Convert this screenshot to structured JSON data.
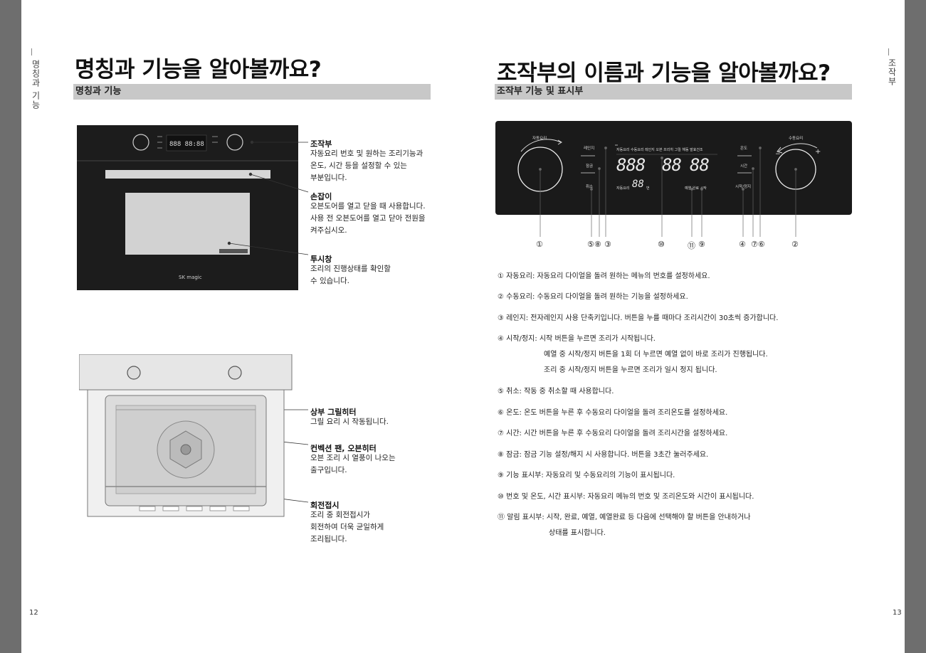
{
  "left": {
    "side_tab": "명칭과 기능",
    "title": "명칭과 기능을 알아볼까요?",
    "subheading": "명칭과 기능",
    "page_number": "12",
    "oven_brand": "SK magic",
    "callouts": [
      {
        "title": "조작부",
        "desc": "자동요리 번호 및 원하는 조리기능과\n온도, 시간 등을 설정할 수 있는\n부분입니다."
      },
      {
        "title": "손잡이",
        "desc": "오븐도어를 열고 닫을 때 사용합니다.\n사용 전 오븐도어를 열고 닫아 전원을\n켜주십시오."
      },
      {
        "title": "투시창",
        "desc": "조리의 진행상태를 확인할\n수 있습니다."
      },
      {
        "title": "상부 그릴히터",
        "desc": "그릴 요리 시 작동됩니다."
      },
      {
        "title": "컨벡션 팬, 오븐히터",
        "desc": "오븐 조리 시 열풍이 나오는\n출구입니다."
      },
      {
        "title": "회전접시",
        "desc": "조리 중 회전접시가\n회전하여 더욱 균일하게\n조리됩니다."
      }
    ]
  },
  "right": {
    "side_tab": "조작부",
    "title": "조작부의 이름과 기능을 알아볼까요?",
    "subheading": "조작부 기능 및 표시부",
    "page_number": "13",
    "panel": {
      "dial_left_label": "자동요리",
      "dial_right_label": "수동요리",
      "btn_range": "레인지",
      "btn_lock": "잠금",
      "btn_cancel": "취소",
      "btn_temp": "온도",
      "btn_time": "시간",
      "btn_startstop": "시작/정지",
      "display_functions": "자동요리 수동요리 레인지 오븐 프리히 그릴 해동 발효건조",
      "display_digits_a": "888",
      "display_digits_b": "88",
      "display_digits_c": "88",
      "display_auto": "자동요리",
      "display_auto_digits": "88",
      "display_auto_unit": "번",
      "display_status": "예열 완료 시작",
      "minus": "−",
      "plus": "+"
    },
    "numbers": [
      "①",
      "⑤⑧",
      "③",
      "⑩",
      "⑪",
      "⑨",
      "④",
      "⑦⑥",
      "②"
    ],
    "descriptions": [
      "① 자동요리: 자동요리 다이얼을 돌려 원하는 메뉴의 번호를 설정하세요.",
      "② 수동요리: 수동요리 다이얼을 돌려 원하는 기능을 설정하세요.",
      "③ 레인지: 전자레인지 사용 단축키입니다. 버튼을 누를 때마다 조리시간이 30초씩 증가합니다.",
      "④ 시작/정지: 시작 버튼을 누르면 조리가 시작됩니다.",
      "예열 중 시작/정지 버튼을 1회 더 누르면 예열 없이 바로 조리가 진행됩니다.",
      "조리 중 시작/정지 버튼을 누르면 조리가 일시 정지 됩니다.",
      "⑤ 취소: 작동 중 취소할 때 사용합니다.",
      "⑥ 온도: 온도 버튼을 누른 후 수동요리 다이얼을 돌려 조리온도를 설정하세요.",
      "⑦ 시간: 시간 버튼을 누른 후 수동요리 다이얼을 돌려 조리시간을 설정하세요.",
      "⑧ 잠금: 잠금 기능 설정/해지 시 사용합니다. 버튼을 3초간 눌러주세요.",
      "⑨ 기능 표시부: 자동요리 및 수동요리의 기능이 표시됩니다.",
      "⑩ 번호 및 온도, 시간 표시부: 자동요리 메뉴의 번호 및 조리온도와 시간이 표시됩니다.",
      "⑪ 알림 표시부: 시작, 완료, 예열, 예열완료 등 다음에 선택해야 할 버튼을 안내하거나",
      "상태를 표시합니다."
    ]
  }
}
